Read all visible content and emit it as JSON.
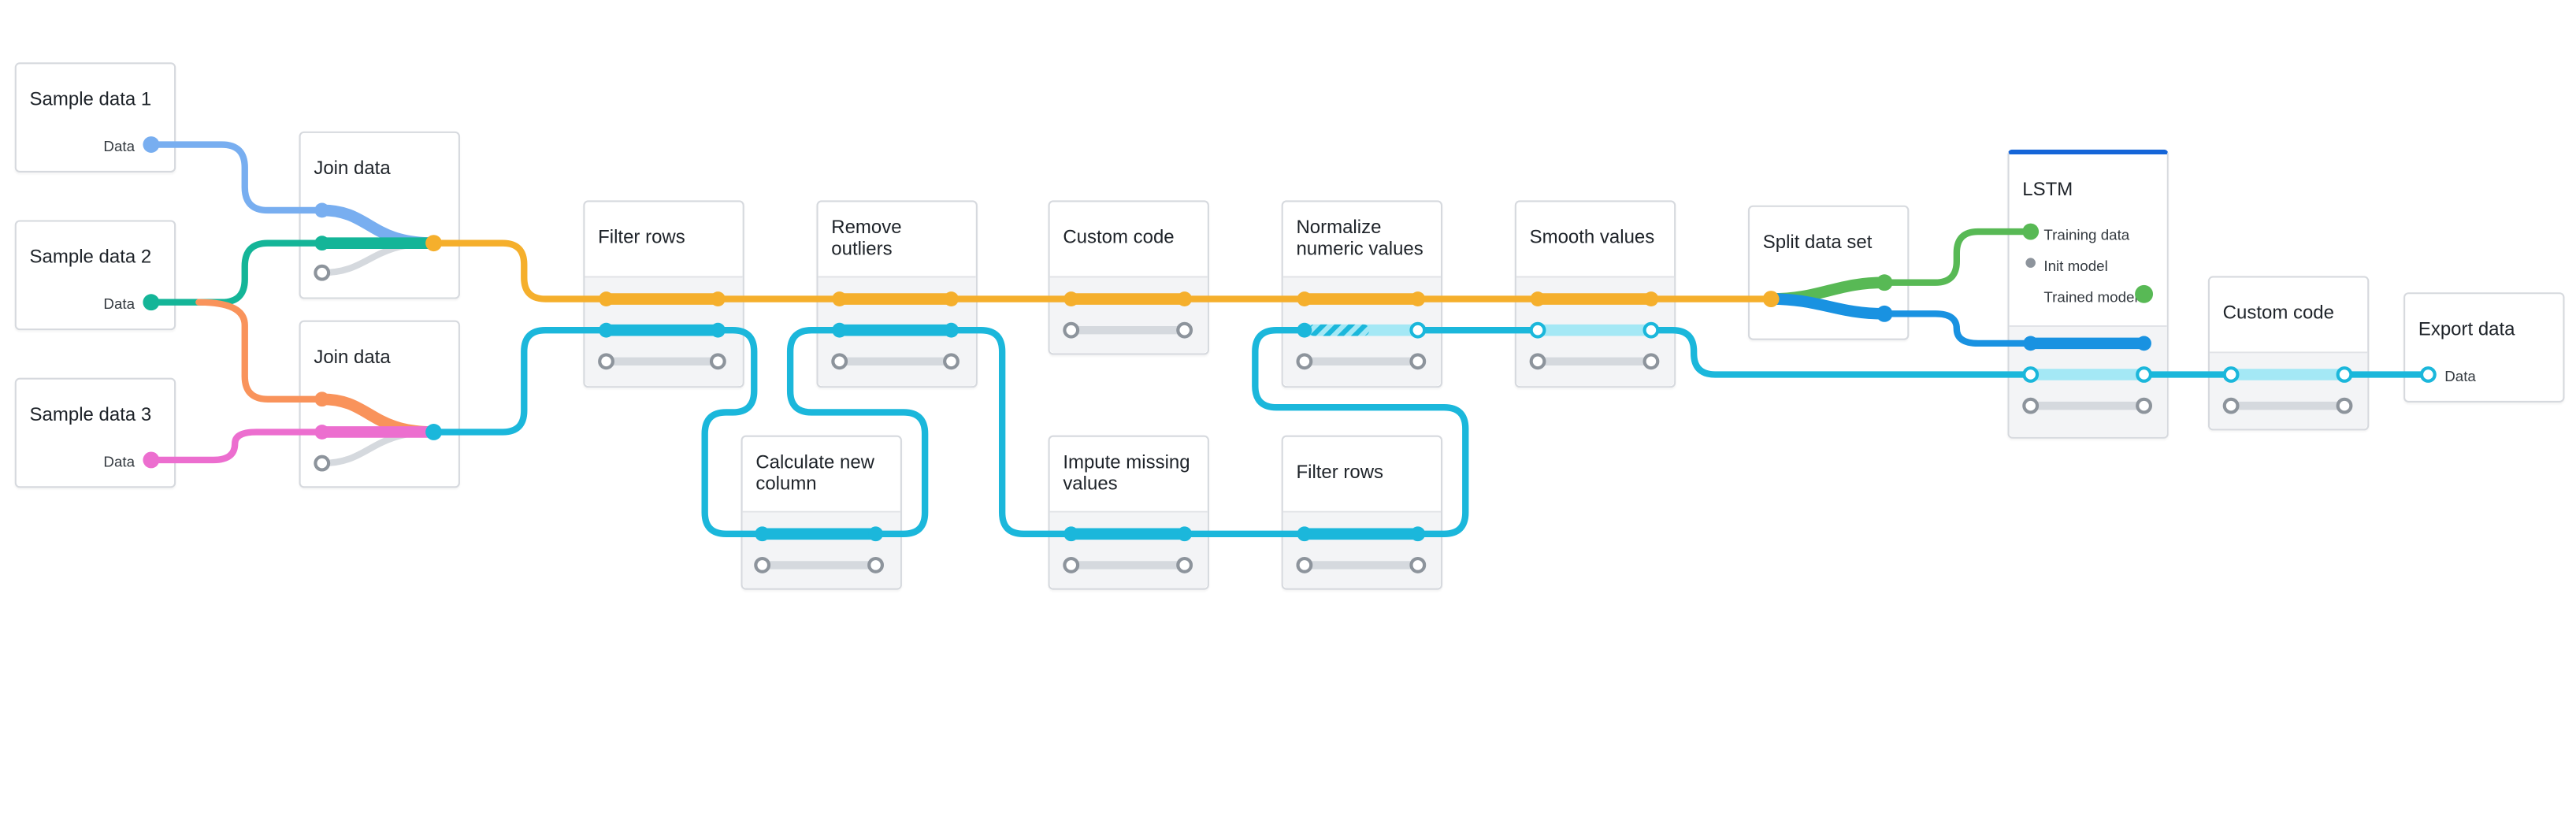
{
  "colors": {
    "blue_light": "#78aef0",
    "teal": "#14b598",
    "pink": "#ec6ecf",
    "orange": "#f5af2c",
    "salmon": "#f9935b",
    "cyan": "#1bb7db",
    "cyan_light": "#a4e8f5",
    "green": "#58b955",
    "blue": "#1992e1",
    "gray_track": "#d5d9de",
    "gray_port": "#8d949c"
  },
  "nodes": {
    "sample1": {
      "title": "Sample data 1",
      "port": "Data"
    },
    "sample2": {
      "title": "Sample data 2",
      "port": "Data"
    },
    "sample3": {
      "title": "Sample data 3",
      "port": "Data"
    },
    "join1": {
      "title": "Join data"
    },
    "join2": {
      "title": "Join data"
    },
    "filter1": {
      "title": "Filter rows"
    },
    "remove_outliers": {
      "title": "Remove\noutliers"
    },
    "calc_column": {
      "title": "Calculate new\ncolumn"
    },
    "custom_code1": {
      "title": "Custom code"
    },
    "impute": {
      "title": "Impute missing\nvalues"
    },
    "normalize": {
      "title": "Normalize\nnumeric values"
    },
    "filter2": {
      "title": "Filter rows"
    },
    "smooth": {
      "title": "Smooth values"
    },
    "split": {
      "title": "Split data set"
    },
    "lstm": {
      "title": "LSTM",
      "ports": [
        "Training data",
        "Init model",
        "Trained model"
      ]
    },
    "custom_code2": {
      "title": "Custom code"
    },
    "export": {
      "title": "Export data",
      "port": "Data"
    }
  }
}
